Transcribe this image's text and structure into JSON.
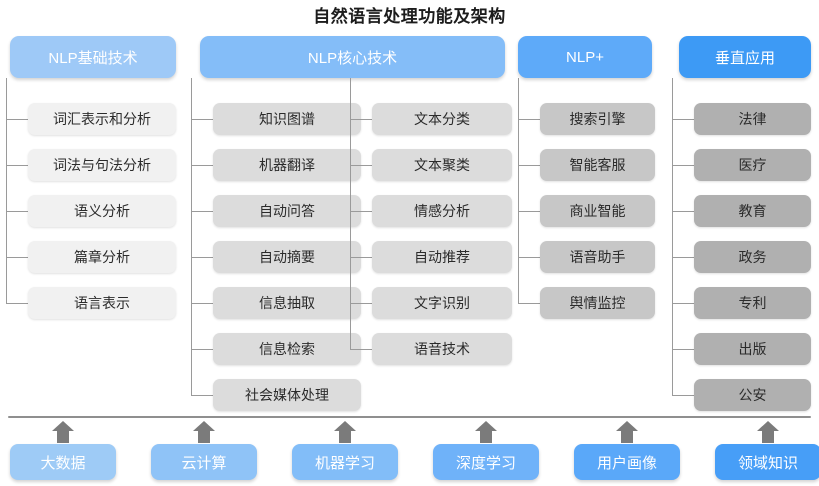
{
  "title": "自然语言处理功能及架构",
  "colors": {
    "header_light": "#9ec9f7",
    "header_mid": "#84bdf8",
    "header_strong": "#5eaaf9",
    "header_darkest": "#3d9af5",
    "node_l1": "#f1f1f1",
    "node_l2": "#dcdcdc",
    "node_l3": "#c7c7c7",
    "node_l4": "#b0b0b0",
    "connector": "#9a9a9a",
    "arrow": "#7b7b7b",
    "divider": "#8f8f8f",
    "title_text": "#1c1c1c"
  },
  "pillars": [
    {
      "id": "nlp-basic",
      "label": "NLP基础技术",
      "header_color": "#9ec9f7",
      "node_color": "#f1f1f1",
      "groups": [
        {
          "items": [
            "词汇表示和分析",
            "词法与句法分析",
            "语义分析",
            "篇章分析",
            "语言表示"
          ]
        }
      ]
    },
    {
      "id": "nlp-core",
      "label": "NLP核心技术",
      "header_color": "#84bdf8",
      "node_color": "#dcdcdc",
      "groups": [
        {
          "items": [
            "知识图谱",
            "机器翻译",
            "自动问答",
            "自动摘要",
            "信息抽取",
            "信息检索",
            "社会媒体处理"
          ]
        },
        {
          "items": [
            "文本分类",
            "文本聚类",
            "情感分析",
            "自动推荐",
            "文字识别",
            "语音技术"
          ]
        }
      ]
    },
    {
      "id": "nlp-plus",
      "label": "NLP+",
      "header_color": "#5eaaf9",
      "node_color": "#c7c7c7",
      "groups": [
        {
          "items": [
            "搜索引擎",
            "智能客服",
            "商业智能",
            "语音助手",
            "舆情监控"
          ]
        }
      ]
    },
    {
      "id": "vertical-app",
      "label": "垂直应用",
      "header_color": "#3d9af5",
      "node_color": "#b0b0b0",
      "groups": [
        {
          "items": [
            "法律",
            "医疗",
            "教育",
            "政务",
            "专利",
            "出版",
            "公安"
          ]
        }
      ]
    }
  ],
  "foundation": {
    "arrow_icon": "arrow-up-icon",
    "items": [
      {
        "label": "大数据",
        "color": "#9ecbf6"
      },
      {
        "label": "云计算",
        "color": "#8fc3f7"
      },
      {
        "label": "机器学习",
        "color": "#82bdf8"
      },
      {
        "label": "深度学习",
        "color": "#6fb2f9"
      },
      {
        "label": "用户画像",
        "color": "#5aa8f9"
      },
      {
        "label": "领域知识",
        "color": "#479ef7"
      }
    ]
  }
}
